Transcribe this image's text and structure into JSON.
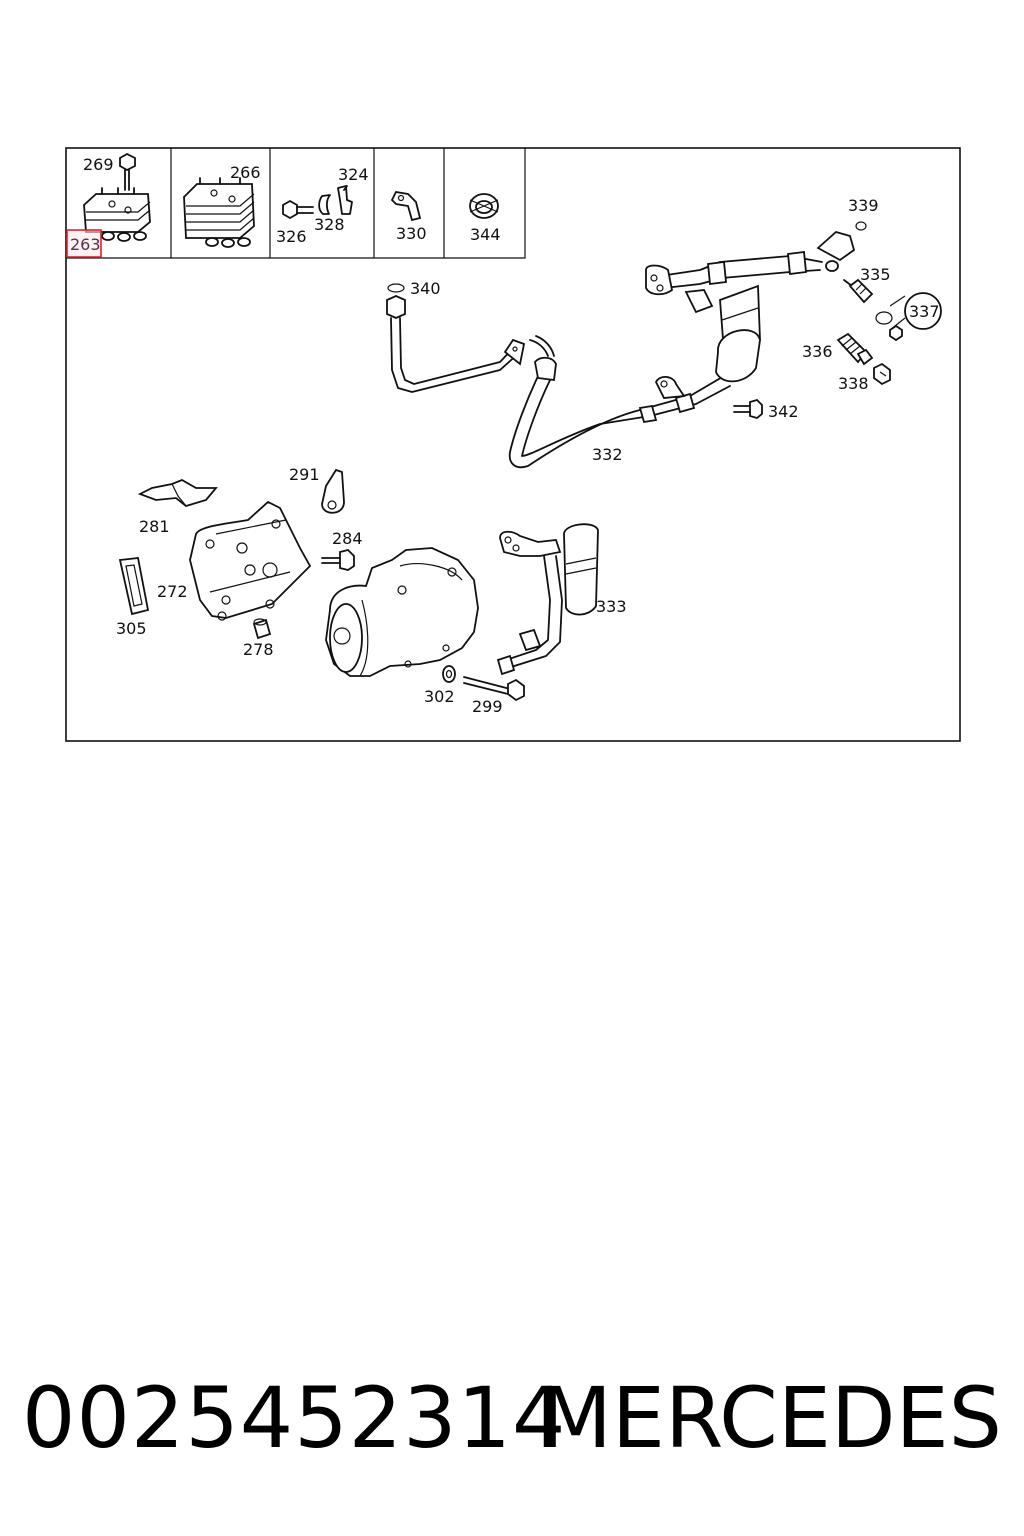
{
  "diagram": {
    "highlight_color": "#e0202a",
    "highlighted_part": "263",
    "labels": {
      "p263": "263",
      "p266": "266",
      "p269": "269",
      "p272": "272",
      "p278": "278",
      "p281": "281",
      "p284": "284",
      "p291": "291",
      "p299": "299",
      "p302": "302",
      "p305": "305",
      "p324": "324",
      "p326": "326",
      "p328": "328",
      "p330": "330",
      "p332": "332",
      "p333": "333",
      "p335": "335",
      "p336": "336",
      "p337": "337",
      "p338": "338",
      "p339": "339",
      "p340": "340",
      "p342": "342",
      "p344": "344"
    }
  },
  "footer": {
    "part_number": "0025452314",
    "brand": "MERCEDES"
  }
}
